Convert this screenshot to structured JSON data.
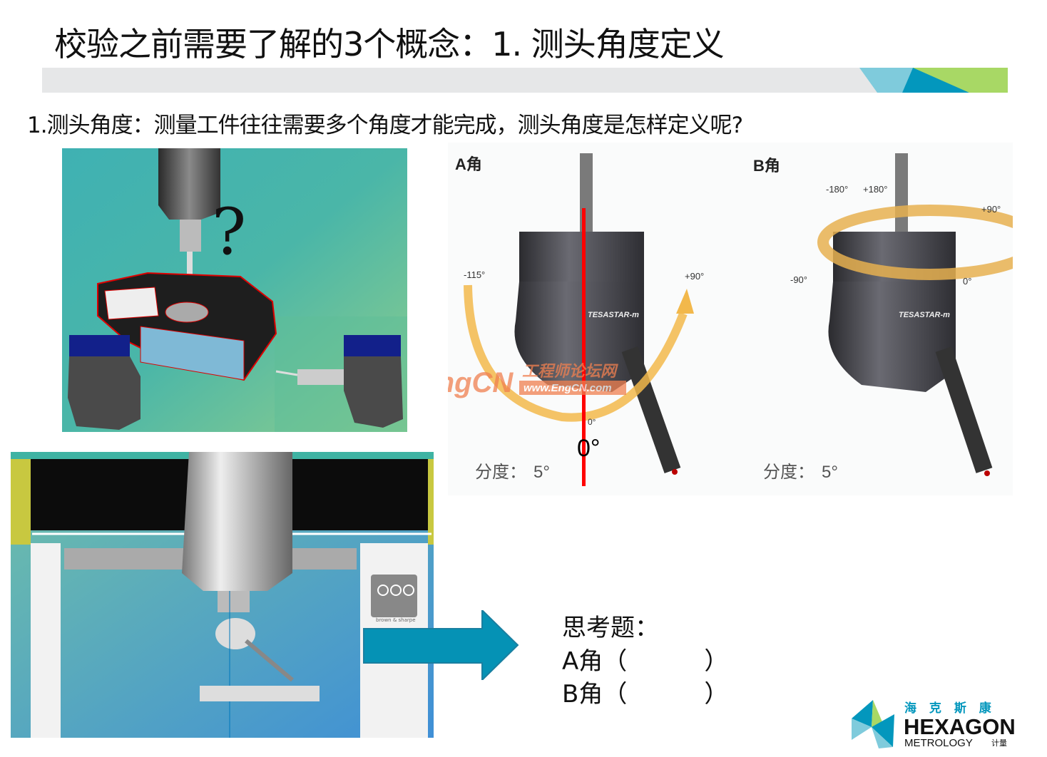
{
  "slide": {
    "title": "校验之前需要了解的3个概念：1. 测头角度定义",
    "subtitle": "1.测头角度：测量工件往往需要多个角度才能完成，测头角度是怎样定义呢?",
    "colors": {
      "band_gray": "#e6e7e8",
      "band_light_blue": "#7fcbdc",
      "band_blue": "#0397bd",
      "band_green": "#a8d865",
      "arrow": "#0592b5",
      "red_line": "#ff0000",
      "rotation_arrow": "#f2b84b"
    }
  },
  "image_top_left": {
    "question_mark": "?"
  },
  "image_bottom_left": {
    "panel_brand": "brown & sharpe"
  },
  "diagram": {
    "a_angle": {
      "label": "A角",
      "min": "-115°",
      "max": "+90°",
      "zero": "0°",
      "zero_marker": "0°",
      "step": "分度：",
      "step_value": "5°"
    },
    "b_angle": {
      "label": "B角",
      "neg180": "-180°",
      "pos180": "+180°",
      "pos90": "+90°",
      "neg90": "-90°",
      "zero": "0°",
      "step": "分度：",
      "step_value": "5°"
    },
    "probe_brand": "TESASTAR-m",
    "watermark": {
      "brand": "EngCN",
      "cn": "工程师论坛网",
      "url": "www.EngCN.com"
    }
  },
  "question": {
    "heading": "思考题：",
    "line_a": "A角（          ）",
    "line_b": "B角（          ）"
  },
  "logo": {
    "cn": "海 克 斯 康",
    "name": "HEXAGON",
    "sub": "METROLOGY",
    "sub_cn": "计量"
  }
}
